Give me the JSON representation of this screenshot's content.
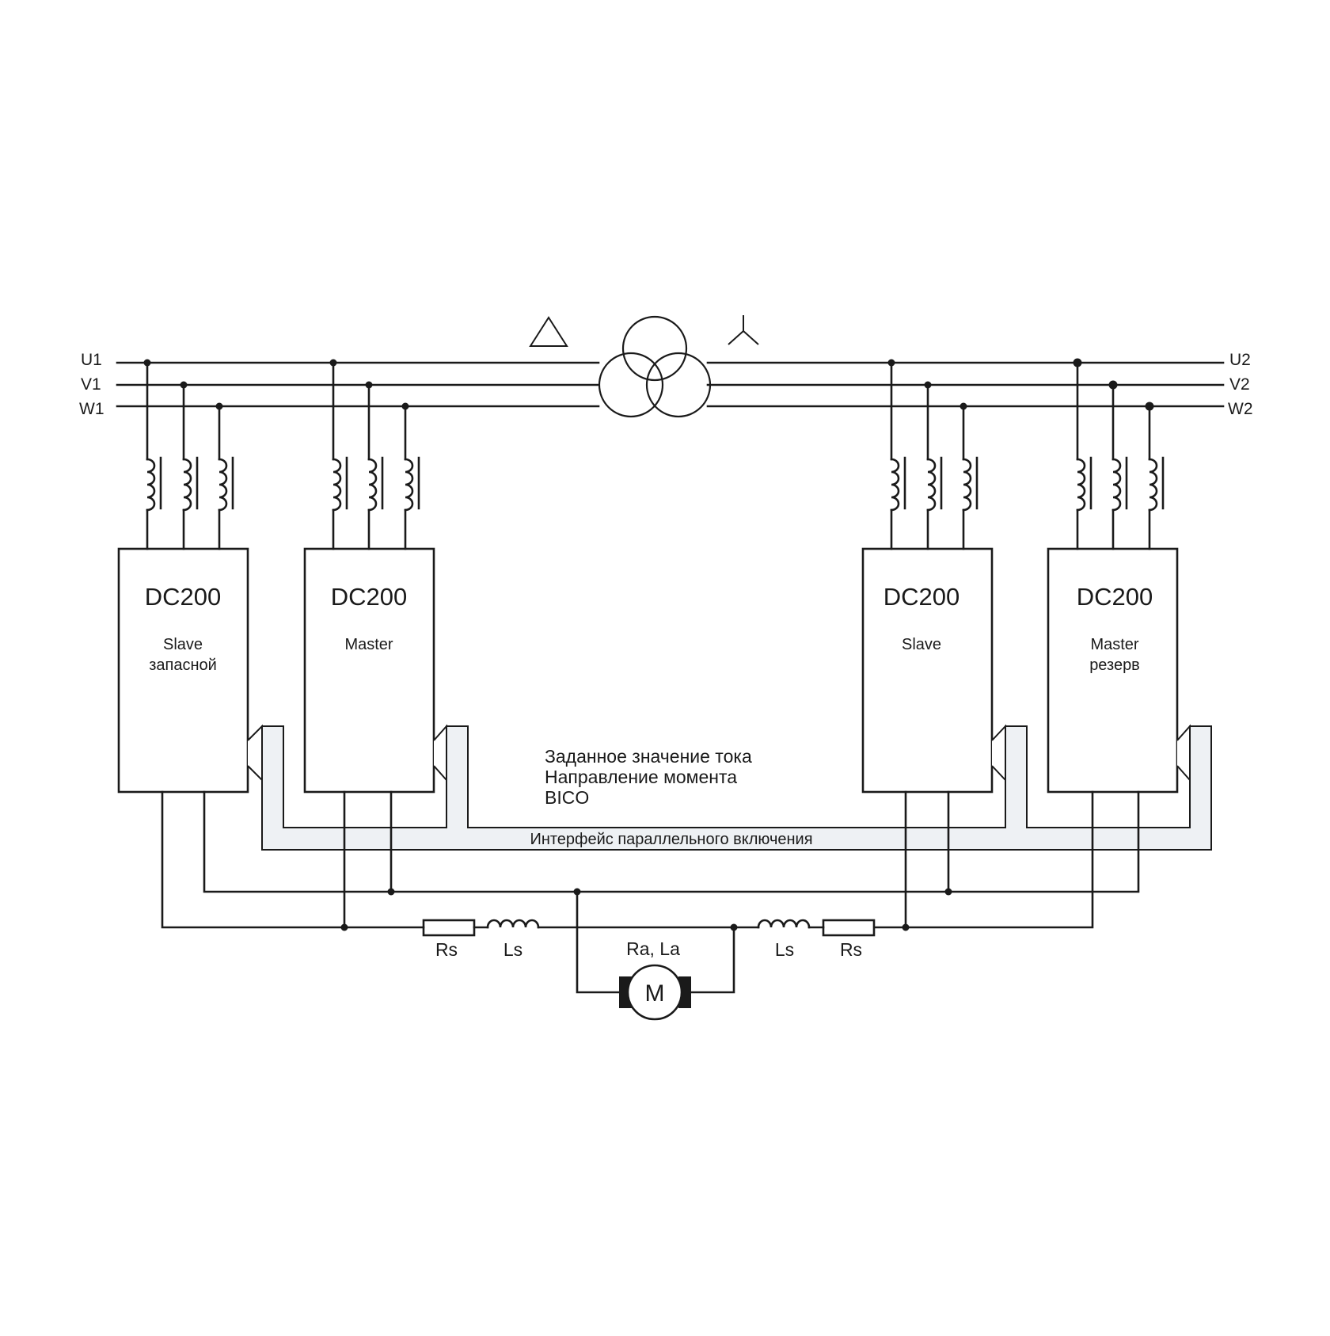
{
  "phases_left": [
    "U1",
    "V1",
    "W1"
  ],
  "phases_right": [
    "U2",
    "V2",
    "W2"
  ],
  "converters": [
    {
      "model": "DC200",
      "role": "Slave",
      "role2": "запасной"
    },
    {
      "model": "DC200",
      "role": "Master",
      "role2": ""
    },
    {
      "model": "DC200",
      "role": "Slave",
      "role2": ""
    },
    {
      "model": "DC200",
      "role": "Master",
      "role2": "резерв"
    }
  ],
  "notes": [
    "Заданное значение тока",
    "Направление момента",
    "BICO"
  ],
  "bus_label": "Интерфейс параллельного включения",
  "components": {
    "rs_left": "Rs",
    "ls_left": "Ls",
    "motor_params": "Ra, La",
    "motor": "M",
    "ls_right": "Ls",
    "rs_right": "Rs"
  },
  "colors": {
    "line": "#1a1a1a",
    "bus_fill": "#eef1f4",
    "background": "#ffffff"
  },
  "symbols": {
    "primary_winding": "delta-symbol",
    "secondary_winding": "star-symbol"
  }
}
